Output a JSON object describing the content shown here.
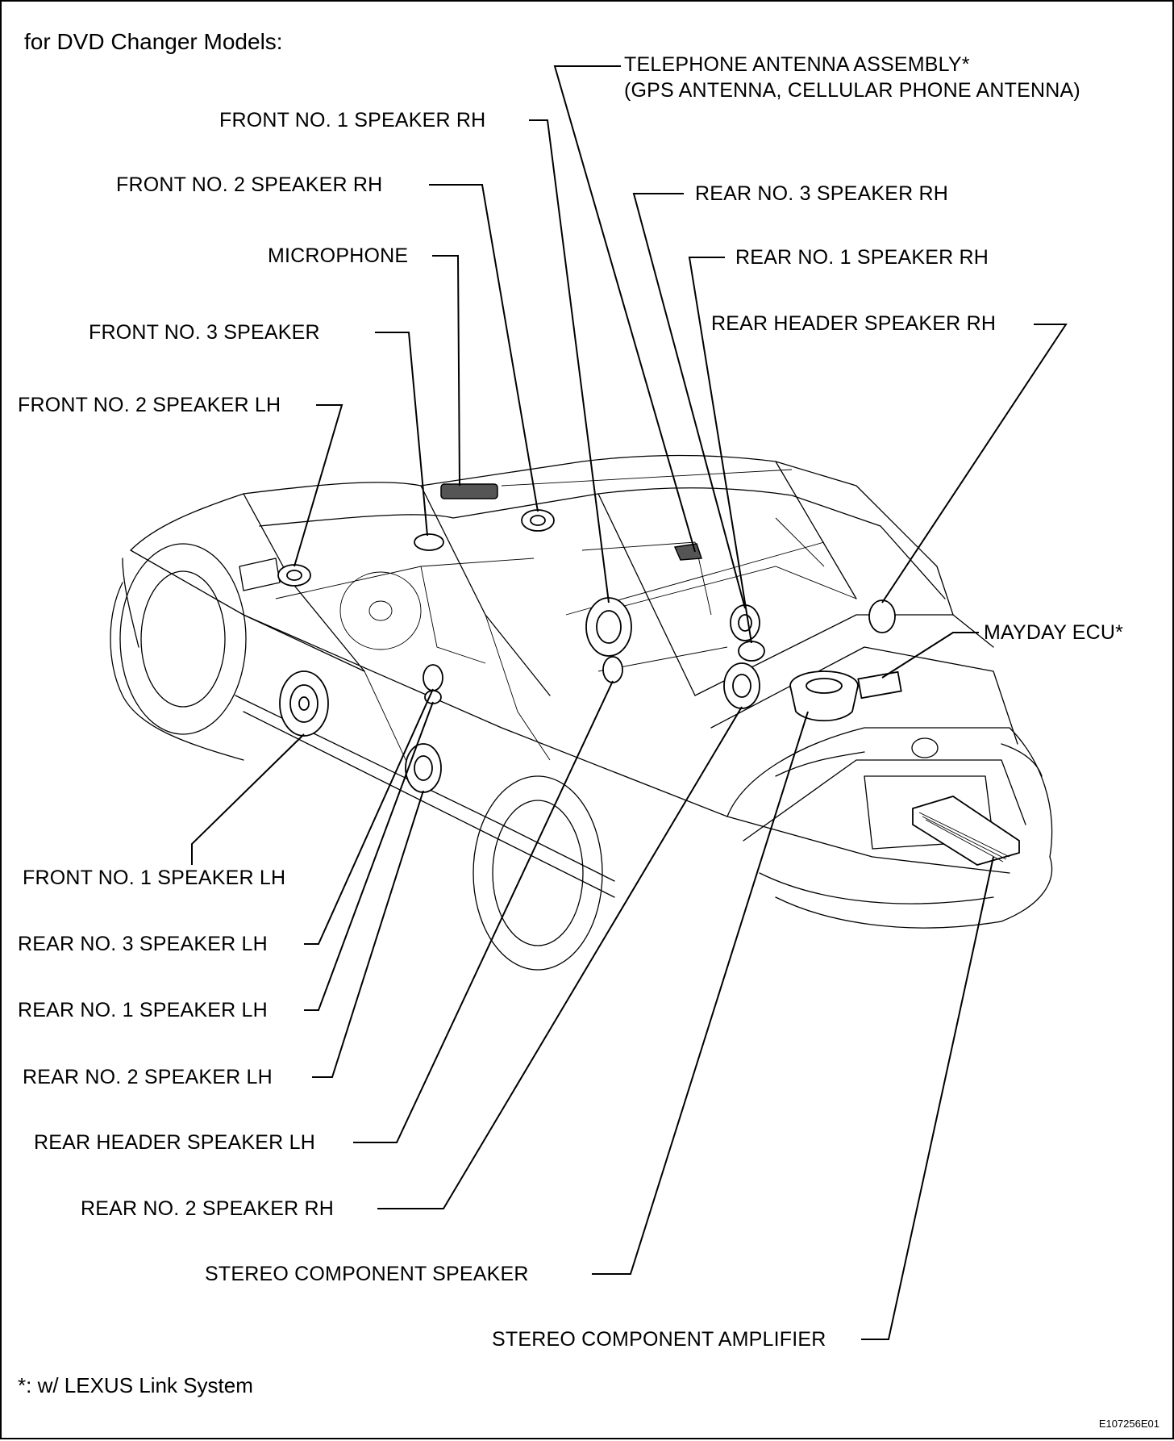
{
  "title": "for DVD Changer Models:",
  "footnote": "*: w/ LEXUS Link System",
  "figure_id": "E107256E01",
  "labels": {
    "telephone_antenna_line1": "TELEPHONE ANTENNA ASSEMBLY*",
    "telephone_antenna_line2": "(GPS ANTENNA, CELLULAR PHONE ANTENNA)",
    "front_no1_speaker_rh": "FRONT NO. 1 SPEAKER RH",
    "front_no2_speaker_rh": "FRONT NO. 2 SPEAKER RH",
    "rear_no3_speaker_rh": "REAR NO. 3 SPEAKER RH",
    "microphone": "MICROPHONE",
    "rear_no1_speaker_rh": "REAR NO. 1 SPEAKER RH",
    "front_no3_speaker": "FRONT NO. 3 SPEAKER",
    "rear_header_speaker_rh": "REAR HEADER SPEAKER RH",
    "front_no2_speaker_lh": "FRONT NO. 2 SPEAKER LH",
    "mayday_ecu": "MAYDAY ECU*",
    "front_no1_speaker_lh": "FRONT NO. 1 SPEAKER LH",
    "rear_no3_speaker_lh": "REAR NO. 3 SPEAKER LH",
    "rear_no1_speaker_lh": "REAR NO. 1 SPEAKER LH",
    "rear_no2_speaker_lh": "REAR NO. 2 SPEAKER LH",
    "rear_header_speaker_lh": "REAR HEADER SPEAKER LH",
    "rear_no2_speaker_rh": "REAR NO. 2 SPEAKER RH",
    "stereo_component_speaker": "STEREO COMPONENT SPEAKER",
    "stereo_component_amplifier": "STEREO COMPONENT AMPLIFIER"
  }
}
